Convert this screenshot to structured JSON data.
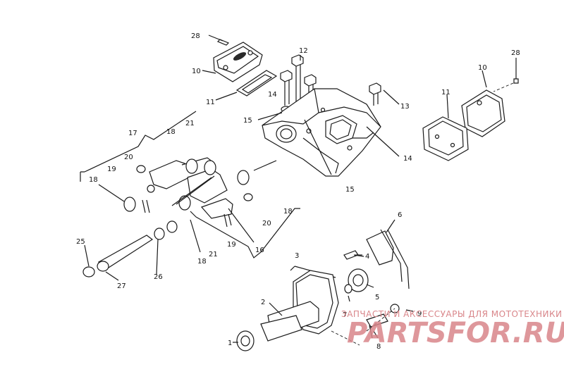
{
  "labels": {
    "l1": "1",
    "l2": "2",
    "l3": "3",
    "l4": "4",
    "l5": "5",
    "l6": "6",
    "l7": "7",
    "l8": "8",
    "l9": "9",
    "l10a": "10",
    "l10b": "10",
    "l11a": "11",
    "l11b": "11",
    "l12": "12",
    "l13": "13",
    "l14a": "14",
    "l14b": "14",
    "l15a": "15",
    "l15b": "15",
    "l16": "16",
    "l17": "17",
    "l18a": "18",
    "l18b": "18",
    "l18c": "18",
    "l18d": "18",
    "l19a": "19",
    "l19b": "19",
    "l20a": "20",
    "l20b": "20",
    "l21a": "21",
    "l21b": "21",
    "l25": "25",
    "l26": "26",
    "l27": "27",
    "l28a": "28",
    "l28b": "28"
  },
  "watermark": {
    "caption": "ЗАПЧАСТИ И АКСЕССУАРЫ ДЛЯ МОТОТЕХНИКИ",
    "logo": "PARTSFOR.RU",
    "color": "#d9868a"
  }
}
